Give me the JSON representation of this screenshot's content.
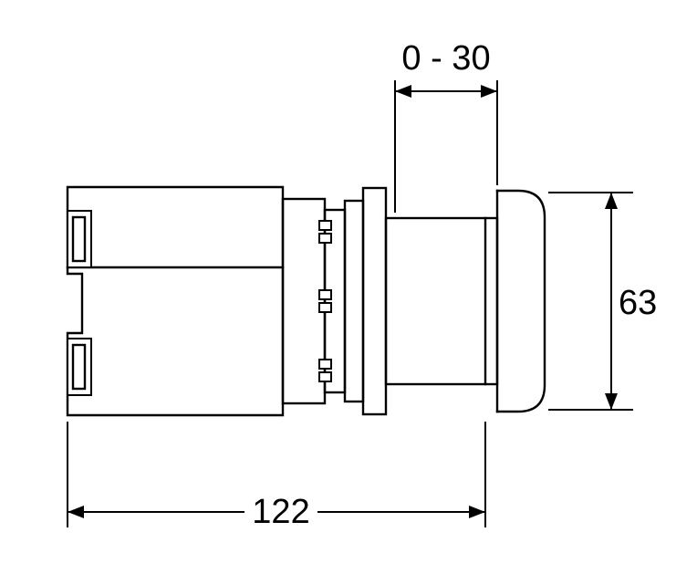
{
  "diagram": {
    "dimensions": {
      "top_range": {
        "label": "0 - 30"
      },
      "height": {
        "label": "63"
      },
      "length": {
        "label": "122"
      }
    },
    "colors": {
      "line": "#000000",
      "background": "#ffffff"
    }
  }
}
